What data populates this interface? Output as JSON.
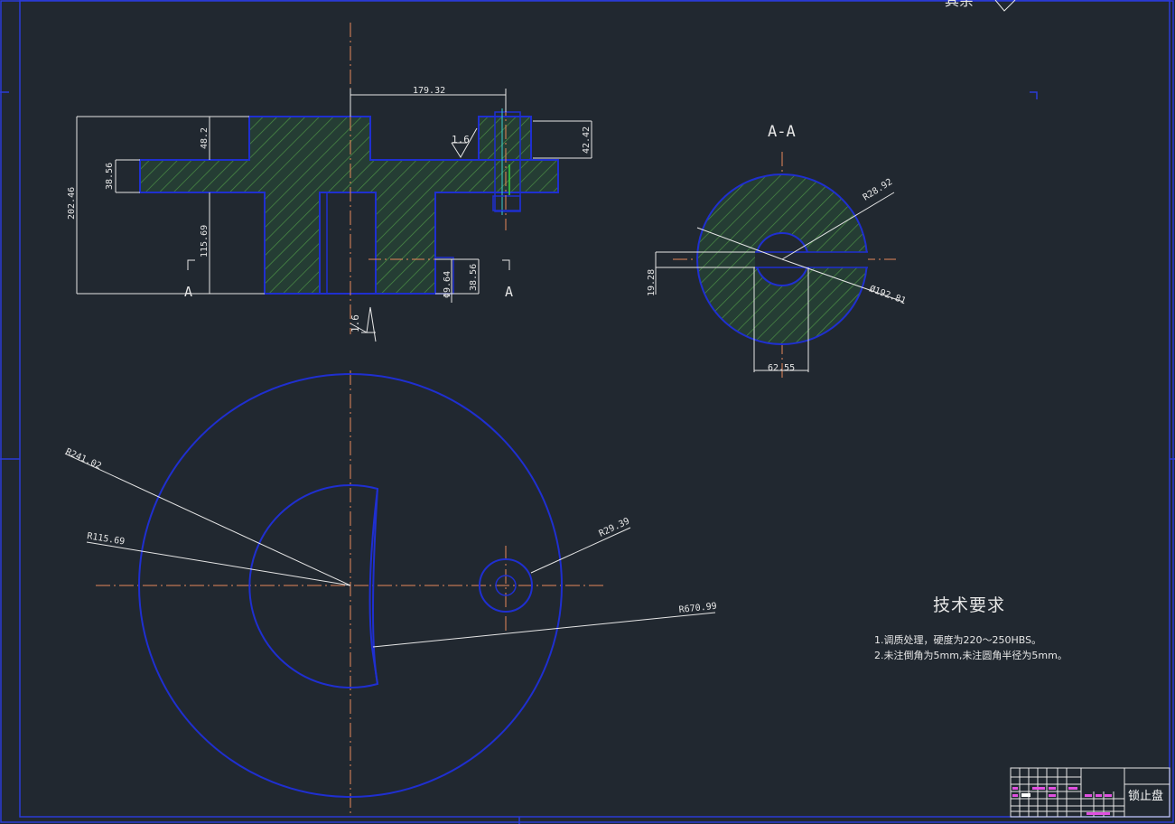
{
  "dimensions": {
    "d179": "179.32",
    "d48": "48.2",
    "d38a": "38.56",
    "d202": "202.46",
    "d115": "115.69",
    "d4242": "42.42",
    "d964": "Φ9.64",
    "d38b": "38.56",
    "d16a": "1.6",
    "d16b": "1.6",
    "secA1": "A",
    "secA2": "A",
    "r2892": "R28.92",
    "d19281": "Ø192.81",
    "d1928": "19.28",
    "d6255": "62.55",
    "r24102": "R241.02",
    "r11569": "R115.69",
    "r2939": "R29.39",
    "r67099": "R670.99"
  },
  "section_title": "A-A",
  "corner_text": "其余",
  "tech_requirements": {
    "title": "技术要求",
    "items": [
      "1.调质处理，硬度为220～250HBS。",
      "2.未注倒角为5mm,未注圆角半径为5mm。"
    ]
  },
  "title_block": {
    "part_name": "锁止盘"
  },
  "colors": {
    "background": "#212830",
    "outline": "#1f2fd0",
    "hatch": "#3f7a3a",
    "centerline": "#e8875a",
    "dimension": "#e6e6e6",
    "border": "#2b3ad6",
    "titleblock_text": "#e050e0"
  }
}
